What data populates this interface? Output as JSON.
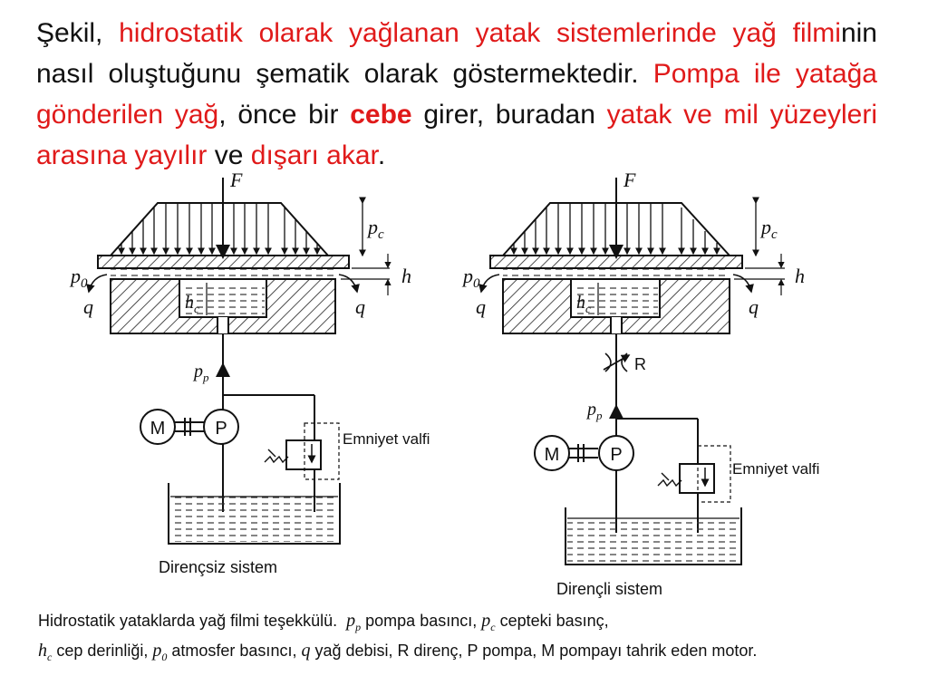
{
  "intro": {
    "p1": "Şekil, ",
    "p2": "hidrostatik olarak yağlanan yatak sistemlerinde yağ filmi",
    "p3": "nin nasıl oluştuğunu şematik olarak göstermektedir. ",
    "p4": "Pompa ile yatağa gönderilen yağ",
    "p5": ", önce bir ",
    "p6": "cebe",
    "p7": " girer, buradan ",
    "p8": "yatak ve mil yüzeyleri arasına yayılır",
    "p9": " ve ",
    "p10": "dışarı akar",
    "p11": "."
  },
  "colors": {
    "highlight": "#e01a1a",
    "text": "#111111"
  },
  "left_diagram": {
    "force": "F",
    "pc": "p",
    "pc_sub": "c",
    "h": "h",
    "p0": "p",
    "p0_sub": "0",
    "q_left": "q",
    "q_right": "q",
    "hc": "h",
    "hc_sub": "c",
    "pp": "p",
    "pp_sub": "p",
    "motor": "M",
    "pump": "P",
    "valve_label": "Emniyet valfi",
    "title": "Dirençsiz sistem"
  },
  "right_diagram": {
    "force": "F",
    "pc": "p",
    "pc_sub": "c",
    "h": "h",
    "p0": "p",
    "p0_sub": "0",
    "q_left": "q",
    "q_right": "q",
    "hc": "h",
    "hc_sub": "c",
    "resistor": "R",
    "pp": "p",
    "pp_sub": "p",
    "motor": "M",
    "pump": "P",
    "valve_label": "Emniyet valfi",
    "title": "Dirençli sistem"
  },
  "caption": {
    "c1": "Hidrostatik yataklarda yağ filmi teşekkülü.",
    "pp": "p",
    "pp_sub": "p",
    "c2": " pompa basıncı, ",
    "pc": "p",
    "pc_sub": "c",
    "c3": " cepteki basınç,",
    "hc": "h",
    "hc_sub": "c",
    "c4": " cep derinliği, ",
    "p0": "p",
    "p0_sub": "0",
    "c5": " atmosfer basıncı, ",
    "q": "q",
    "c6": " yağ debisi, R direnç, P pompa, M pompayı tahrik eden motor."
  }
}
